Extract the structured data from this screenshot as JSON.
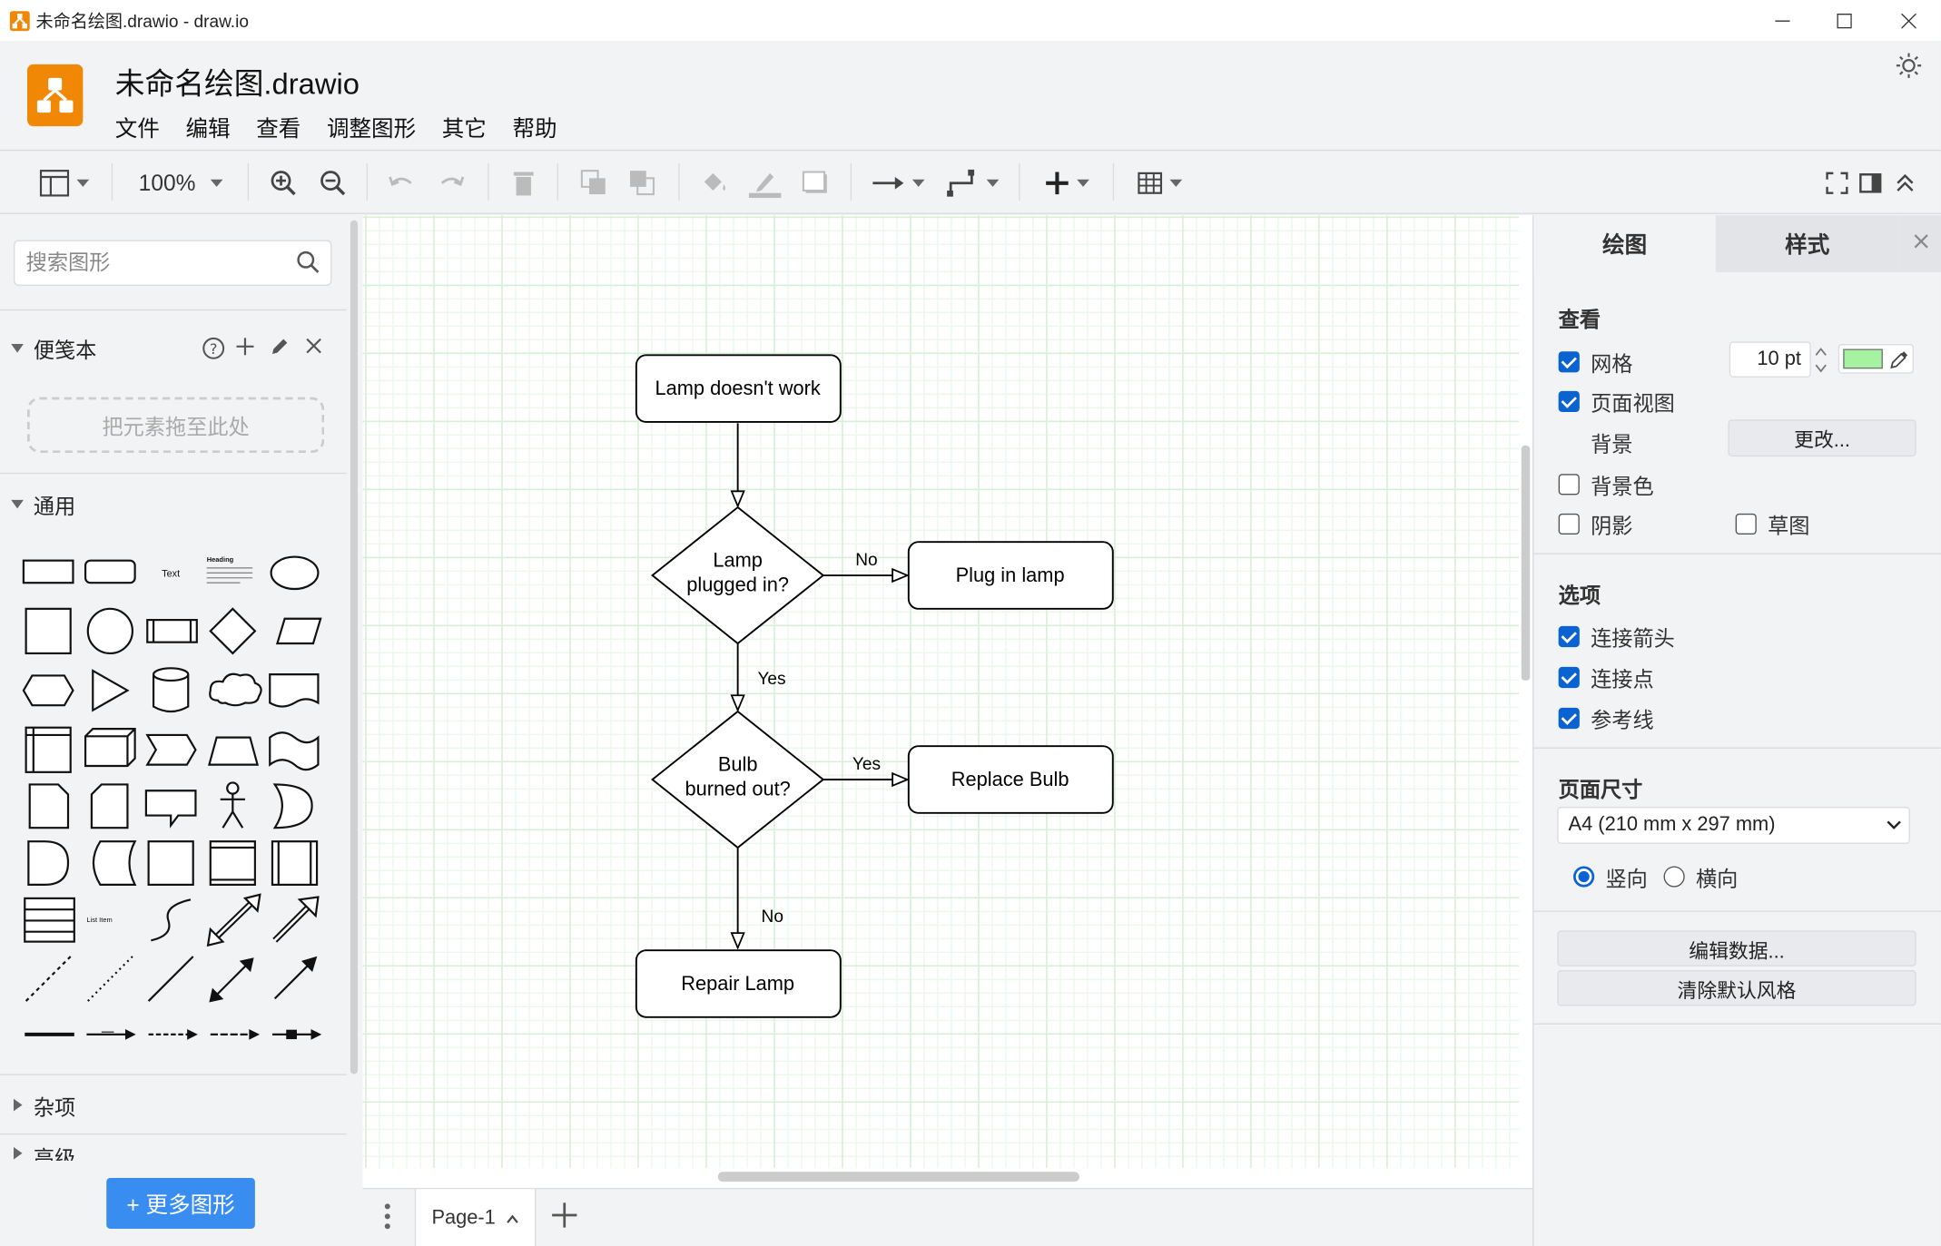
{
  "window": {
    "title": "未命名绘图.drawio - draw.io",
    "minimize": "—",
    "maximize": "☐",
    "close": "✕"
  },
  "header": {
    "doc_title": "未命名绘图.drawio",
    "menu": [
      "文件",
      "编辑",
      "查看",
      "调整图形",
      "其它",
      "帮助"
    ]
  },
  "toolbar": {
    "zoom": "100%"
  },
  "left": {
    "search_placeholder": "搜索图形",
    "scratchpad": {
      "title": "便笺本",
      "drop_hint": "把元素拖至此处"
    },
    "general": {
      "title": "通用"
    },
    "shape_labels": {
      "text": "Text",
      "heading": "Heading",
      "list_item": "List Item"
    },
    "misc": {
      "title": "杂项"
    },
    "advanced": {
      "title": "高级"
    },
    "more_shapes": "+ 更多图形"
  },
  "diagram": {
    "nodes": {
      "start": "Lamp doesn't work",
      "q1_line1": "Lamp",
      "q1_line2": "plugged in?",
      "plug": "Plug in lamp",
      "q2_line1": "Bulb",
      "q2_line2": "burned out?",
      "replace": "Replace Bulb",
      "repair": "Repair Lamp"
    },
    "edges": {
      "q1_no": "No",
      "q1_yes": "Yes",
      "q2_yes": "Yes",
      "q2_no": "No"
    }
  },
  "pages": {
    "current": "Page-1"
  },
  "right": {
    "tabs": [
      "绘图",
      "样式"
    ],
    "view": {
      "title": "查看",
      "grid_label": "网格",
      "grid_checked": true,
      "grid_size": "10 pt",
      "grid_color": "#a5f2a0",
      "page_view_label": "页面视图",
      "page_view_checked": true,
      "background_label": "背景",
      "background_button": "更改...",
      "bg_color_label": "背景色",
      "bg_color_checked": false,
      "shadow_label": "阴影",
      "shadow_checked": false,
      "sketch_label": "草图",
      "sketch_checked": false
    },
    "options": {
      "title": "选项",
      "connection_arrows": "连接箭头",
      "connection_points": "连接点",
      "guides": "参考线"
    },
    "page_size": {
      "title": "页面尺寸",
      "selected": "A4 (210 mm x 297 mm)",
      "portrait": "竖向",
      "landscape": "横向",
      "orientation": "portrait"
    },
    "edit_data": "编辑数据...",
    "clear_style": "清除默认风格"
  },
  "colors": {
    "brand": "#f08705",
    "accent": "#0b62d1",
    "more_button": "#3a8df0",
    "grid": "#d6f0d6"
  }
}
